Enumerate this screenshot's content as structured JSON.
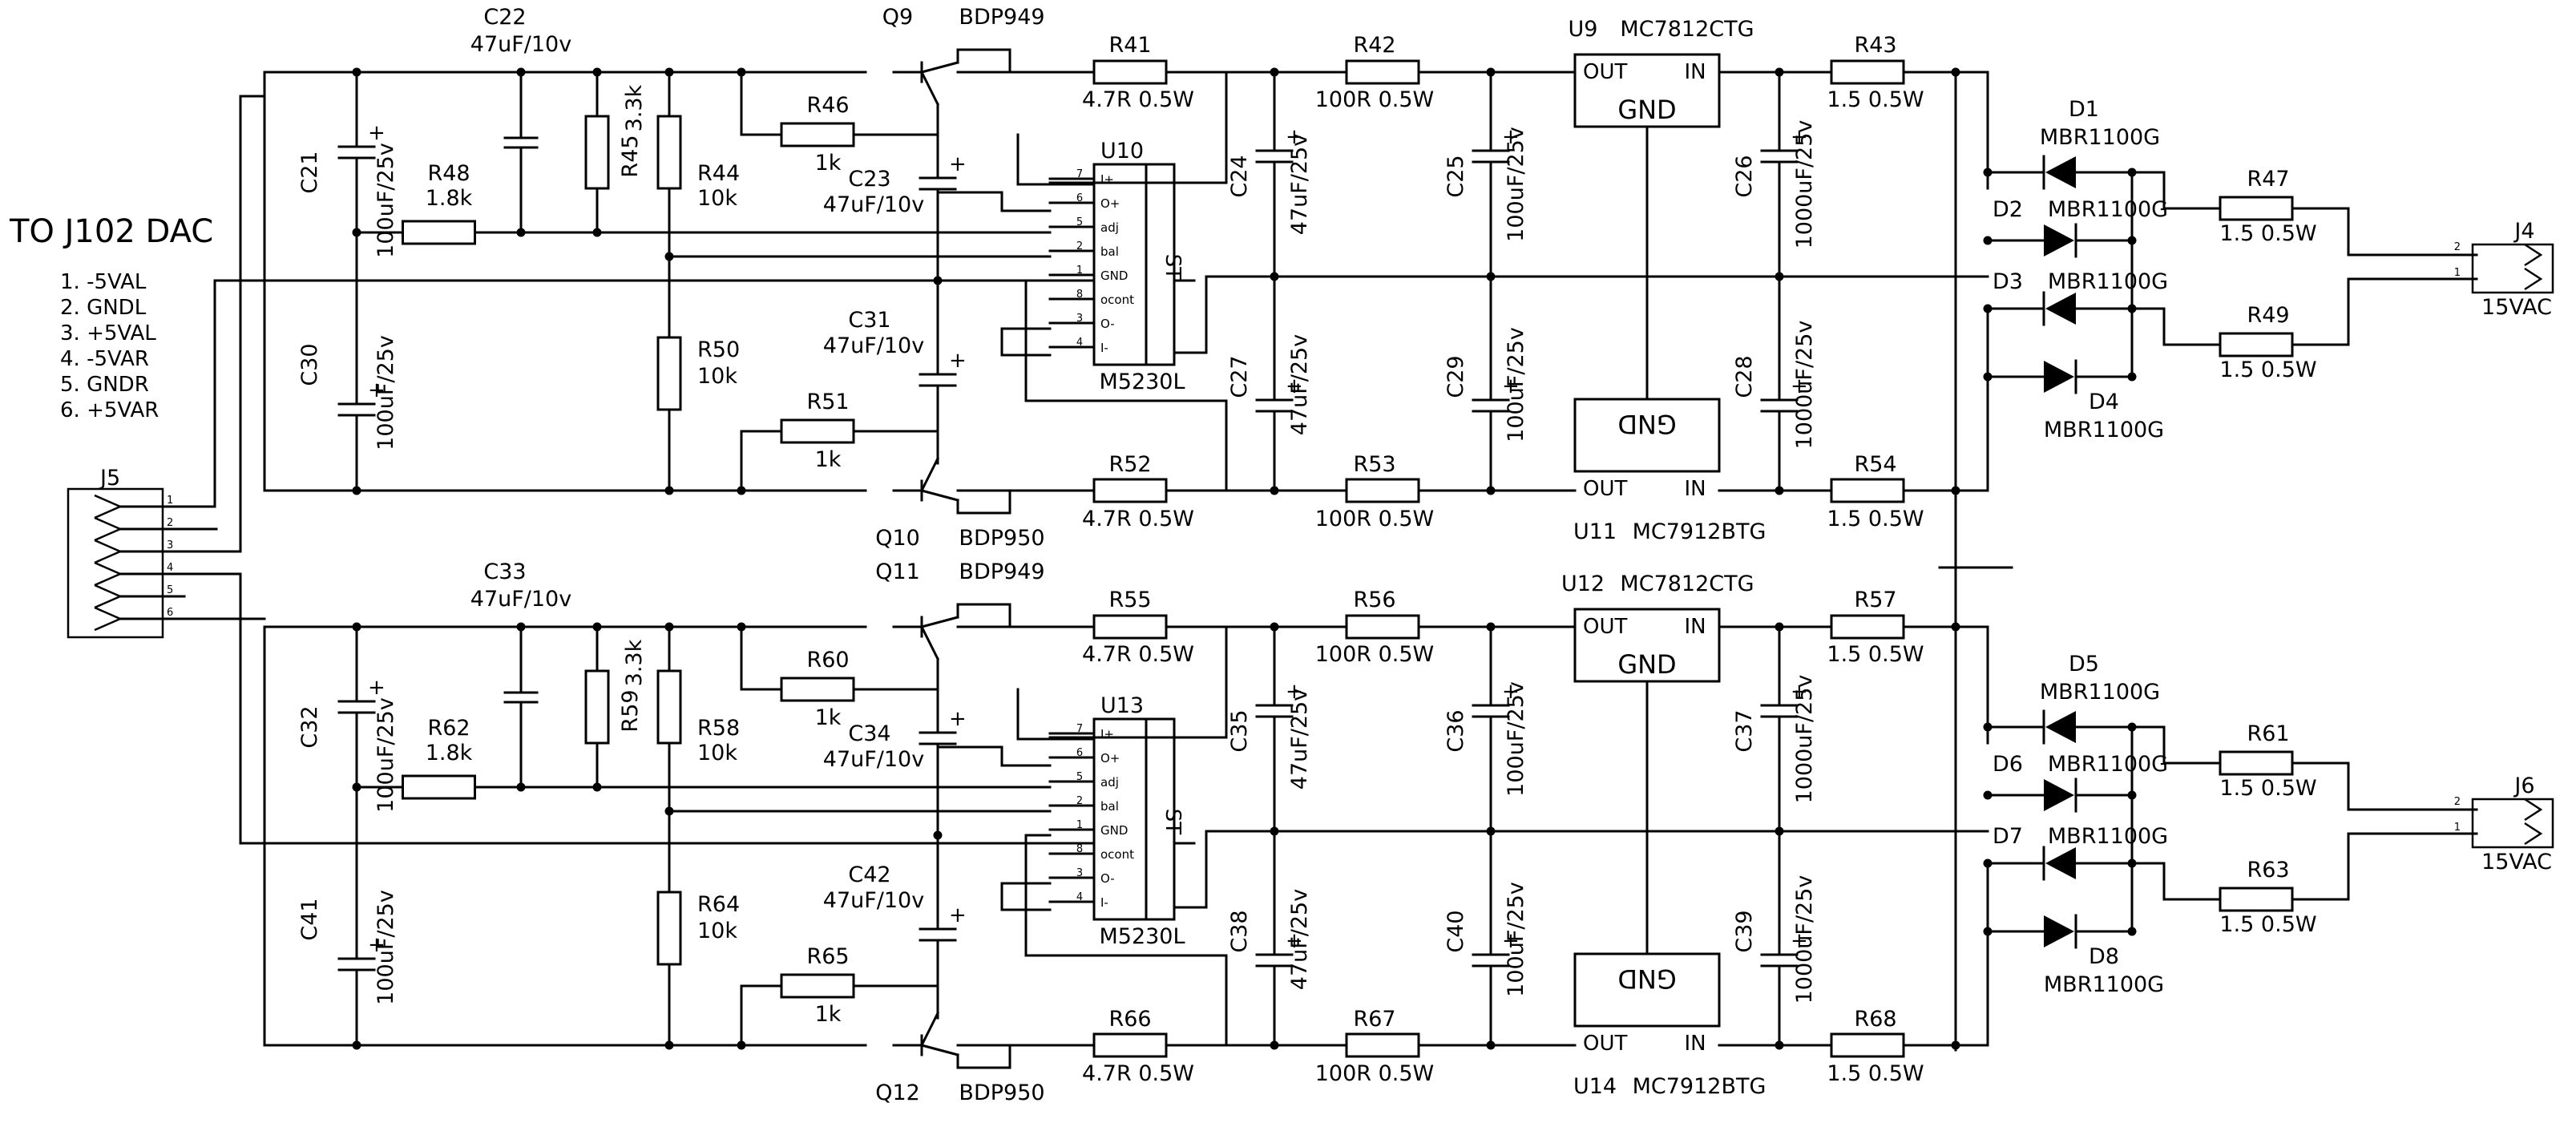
{
  "connector_note": {
    "title": "TO J102 DAC",
    "pins": [
      "1. -5VAL",
      "2. GNDL",
      "3. +5VAL",
      "4. -5VAR",
      "5. GNDR",
      "6. +5VAR"
    ]
  },
  "j5": {
    "ref": "J5",
    "pins": [
      "1",
      "2",
      "3",
      "4",
      "5",
      "6"
    ]
  },
  "channels": [
    {
      "c_top": {
        "ref": "C22",
        "val": "47uF/10v"
      },
      "c_in_top": {
        "ref": "C21",
        "val": "100uF/25v"
      },
      "c_in_bot": {
        "ref": "C30",
        "val": "100uF/25v"
      },
      "r_div": {
        "ref": "R48",
        "val": "1.8k"
      },
      "r_pot": {
        "ref": "R45",
        "val": "3.3k"
      },
      "r_upper": {
        "ref": "R44",
        "val": "10k"
      },
      "r_lower": {
        "ref": "R50",
        "val": "10k"
      },
      "r_base_top": {
        "ref": "R46",
        "val": "1k"
      },
      "r_base_bot": {
        "ref": "R51",
        "val": "1k"
      },
      "c_b_top": {
        "ref": "C23",
        "val": "47uF/10v"
      },
      "c_b_bot": {
        "ref": "C31",
        "val": "47uF/10v"
      },
      "q_top": {
        "ref": "Q9",
        "part": "BDP949"
      },
      "q_bot": {
        "ref": "Q10",
        "part": "BDP950"
      },
      "opamp": {
        "ref": "U10",
        "part": "M5230L",
        "tag": "ST",
        "pins": [
          {
            "n": "7",
            "name": "I+"
          },
          {
            "n": "6",
            "name": "O+"
          },
          {
            "n": "5",
            "name": "adj"
          },
          {
            "n": "2",
            "name": "bal"
          },
          {
            "n": "1",
            "name": "GND"
          },
          {
            "n": "8",
            "name": "ocont"
          },
          {
            "n": "3",
            "name": "O-"
          },
          {
            "n": "4",
            "name": "I-"
          }
        ]
      },
      "r_e_top": {
        "ref": "R41",
        "val": "4.7R  0.5W"
      },
      "r_e_bot": {
        "ref": "R52",
        "val": "4.7R  0.5W"
      },
      "r_s_top": {
        "ref": "R42",
        "val": "100R  0.5W"
      },
      "r_s_bot": {
        "ref": "R53",
        "val": "100R  0.5W"
      },
      "c_m_top": {
        "ref": "C24",
        "val": "47uF/25v"
      },
      "c_m_bot": {
        "ref": "C27",
        "val": "47uF/25v"
      },
      "c_r_top": {
        "ref": "C25",
        "val": "100uF/25v"
      },
      "c_r_bot": {
        "ref": "C29",
        "val": "100uF/25v"
      },
      "reg_top": {
        "ref": "U9",
        "part": "MC7812CTG",
        "gnd": "GND",
        "out": "OUT",
        "in": "IN"
      },
      "reg_bot": {
        "ref": "U11",
        "part": "MC7912BTG",
        "gnd": "GND",
        "out": "OUT",
        "in": "IN"
      },
      "c_big_top": {
        "ref": "C26",
        "val": "1000uF/25v"
      },
      "c_big_bot": {
        "ref": "C28",
        "val": "1000uF/25v"
      },
      "r_in_top": {
        "ref": "R43",
        "val": "1.5  0.5W"
      },
      "r_in_bot": {
        "ref": "R54",
        "val": "1.5  0.5W"
      },
      "diodes": [
        {
          "ref": "D1",
          "part": "MBR1100G"
        },
        {
          "ref": "D2",
          "part": "MBR1100G"
        },
        {
          "ref": "D3",
          "part": "MBR1100G"
        },
        {
          "ref": "D4",
          "part": "MBR1100G"
        }
      ],
      "r_ac_top": {
        "ref": "R47",
        "val": "1.5  0.5W"
      },
      "r_ac_bot": {
        "ref": "R49",
        "val": "1.5  0.5W"
      },
      "jack": {
        "ref": "J4",
        "val": "15VAC",
        "p1": "1",
        "p2": "2"
      }
    },
    {
      "c_top": {
        "ref": "C33",
        "val": "47uF/10v"
      },
      "c_in_top": {
        "ref": "C32",
        "val": "100uF/25v"
      },
      "c_in_bot": {
        "ref": "C41",
        "val": "100uF/25v"
      },
      "r_div": {
        "ref": "R62",
        "val": "1.8k"
      },
      "r_pot": {
        "ref": "R59",
        "val": "3.3k"
      },
      "r_upper": {
        "ref": "R58",
        "val": "10k"
      },
      "r_lower": {
        "ref": "R64",
        "val": "10k"
      },
      "r_base_top": {
        "ref": "R60",
        "val": "1k"
      },
      "r_base_bot": {
        "ref": "R65",
        "val": "1k"
      },
      "c_b_top": {
        "ref": "C34",
        "val": "47uF/10v"
      },
      "c_b_bot": {
        "ref": "C42",
        "val": "47uF/10v"
      },
      "q_top": {
        "ref": "Q11",
        "part": "BDP949"
      },
      "q_bot": {
        "ref": "Q12",
        "part": "BDP950"
      },
      "opamp": {
        "ref": "U13",
        "part": "M5230L",
        "tag": "ST",
        "pins": [
          {
            "n": "7",
            "name": "I+"
          },
          {
            "n": "6",
            "name": "O+"
          },
          {
            "n": "5",
            "name": "adj"
          },
          {
            "n": "2",
            "name": "bal"
          },
          {
            "n": "1",
            "name": "GND"
          },
          {
            "n": "8",
            "name": "ocont"
          },
          {
            "n": "3",
            "name": "O-"
          },
          {
            "n": "4",
            "name": "I-"
          }
        ]
      },
      "r_e_top": {
        "ref": "R55",
        "val": "4.7R  0.5W"
      },
      "r_e_bot": {
        "ref": "R66",
        "val": "4.7R  0.5W"
      },
      "r_s_top": {
        "ref": "R56",
        "val": "100R  0.5W"
      },
      "r_s_bot": {
        "ref": "R67",
        "val": "100R  0.5W"
      },
      "c_m_top": {
        "ref": "C35",
        "val": "47uF/25v"
      },
      "c_m_bot": {
        "ref": "C38",
        "val": "47uF/25v"
      },
      "c_r_top": {
        "ref": "C36",
        "val": "100uF/25v"
      },
      "c_r_bot": {
        "ref": "C40",
        "val": "100uF/25v"
      },
      "reg_top": {
        "ref": "U12",
        "part": "MC7812CTG",
        "gnd": "GND",
        "out": "OUT",
        "in": "IN"
      },
      "reg_bot": {
        "ref": "U14",
        "part": "MC7912BTG",
        "gnd": "GND",
        "out": "OUT",
        "in": "IN"
      },
      "c_big_top": {
        "ref": "C37",
        "val": "1000uF/25v"
      },
      "c_big_bot": {
        "ref": "C39",
        "val": "1000uF/25v"
      },
      "r_in_top": {
        "ref": "R57",
        "val": "1.5  0.5W"
      },
      "r_in_bot": {
        "ref": "R68",
        "val": "1.5  0.5W"
      },
      "diodes": [
        {
          "ref": "D5",
          "part": "MBR1100G"
        },
        {
          "ref": "D6",
          "part": "MBR1100G"
        },
        {
          "ref": "D7",
          "part": "MBR1100G"
        },
        {
          "ref": "D8",
          "part": "MBR1100G"
        }
      ],
      "r_ac_top": {
        "ref": "R61",
        "val": "1.5  0.5W"
      },
      "r_ac_bot": {
        "ref": "R63",
        "val": "1.5  0.5W"
      },
      "jack": {
        "ref": "J6",
        "val": "15VAC",
        "p1": "1",
        "p2": "2"
      }
    }
  ]
}
